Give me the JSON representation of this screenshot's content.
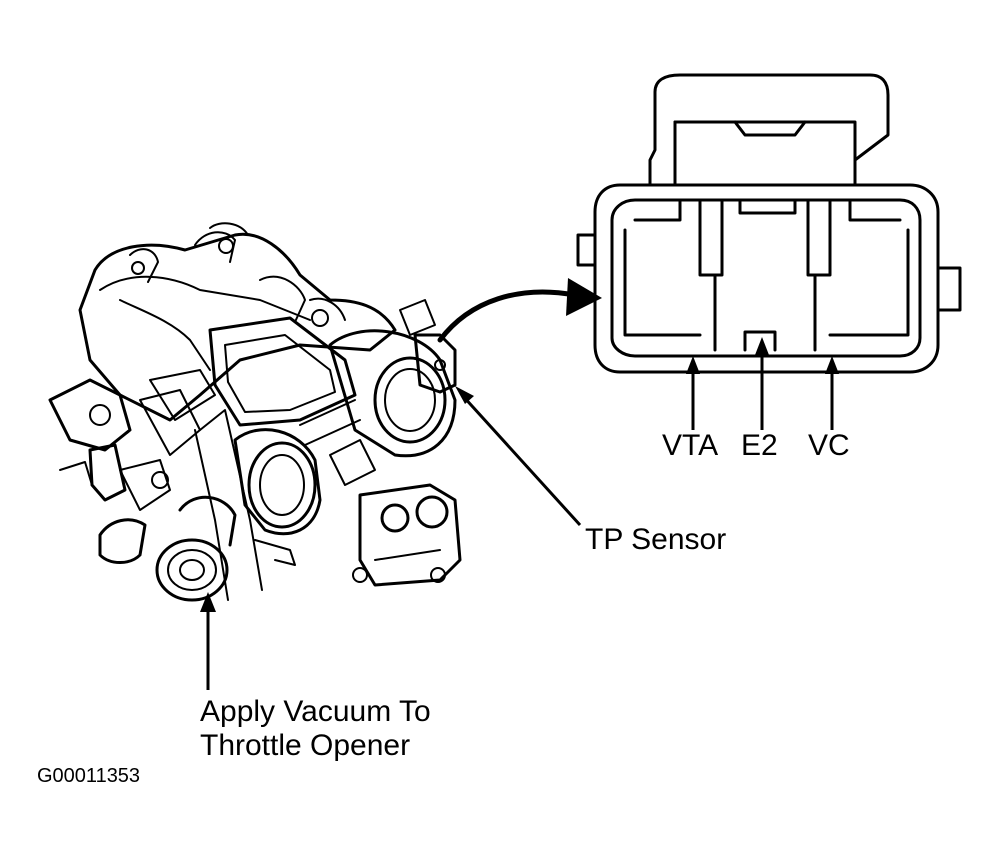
{
  "labels": {
    "vta": "VTA",
    "e2": "E2",
    "vc": "VC",
    "tp_sensor": "TP Sensor",
    "apply_vacuum_line1": "Apply Vacuum To",
    "apply_vacuum_line2": "Throttle Opener",
    "figure_code": "G00011353"
  },
  "colors": {
    "ink": "#000000",
    "paper": "#ffffff"
  }
}
